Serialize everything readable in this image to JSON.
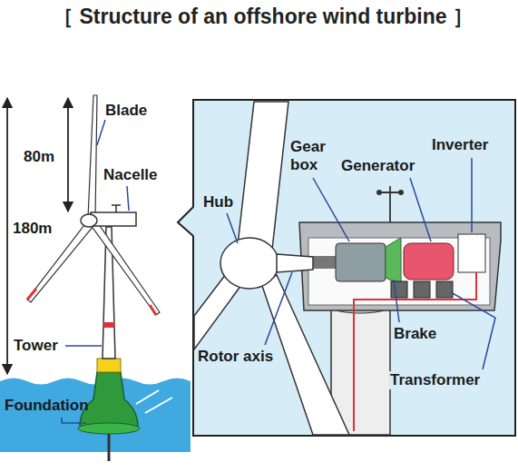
{
  "diagram": {
    "title": "［ Structure of an offshore wind turbine ］",
    "labels": [
      "Blade",
      "80m",
      "Nacelle",
      "180m",
      "Tower",
      "Foundation",
      "Hub",
      "Gear box",
      "Generator",
      "Inverter",
      "Rotor axis",
      "Brake",
      "Transformer"
    ]
  }
}
